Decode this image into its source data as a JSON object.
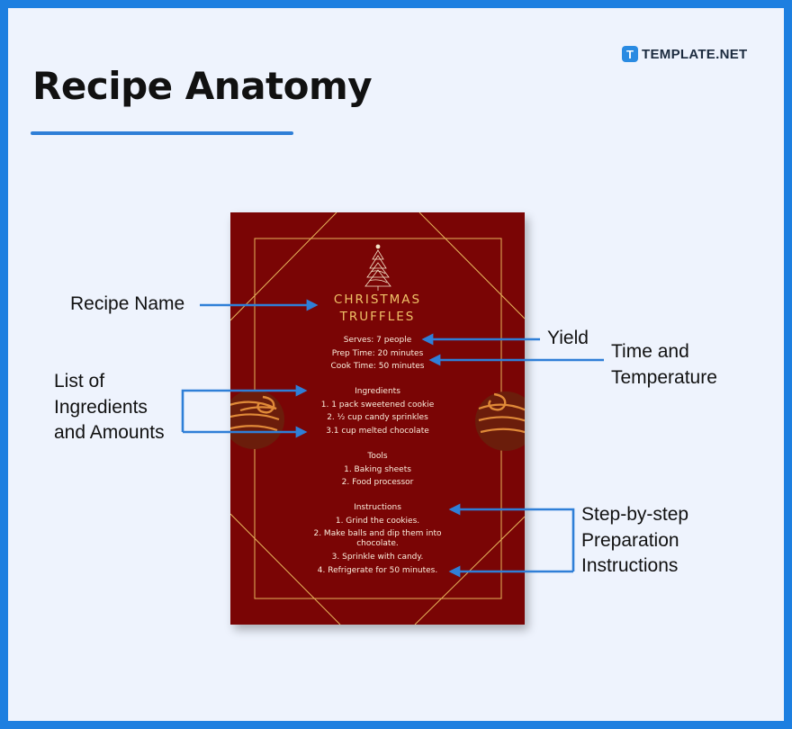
{
  "header": {
    "title": "Recipe Anatomy",
    "brand_icon_letter": "T",
    "brand_name": "TEMPLATE.NET"
  },
  "recipe_card": {
    "name_line1": "CHRISTMAS",
    "name_line2": "TRUFFLES",
    "serves": "Serves: 7 people",
    "prep_time": "Prep Time: 20 minutes",
    "cook_time": "Cook Time: 50 minutes",
    "ingredients_heading": "Ingredients",
    "ingredients": [
      "1. 1 pack sweetened cookie",
      "2. ½ cup candy sprinkles",
      "3.1 cup melted chocolate"
    ],
    "tools_heading": "Tools",
    "tools": [
      "1. Baking sheets",
      "2. Food processor"
    ],
    "instructions_heading": "Instructions",
    "instructions": [
      "1. Grind the cookies.",
      "2. Make balls and dip them into",
      "chocolate.",
      "3. Sprinkle with candy.",
      "4. Refrigerate for 50 minutes."
    ]
  },
  "labels": {
    "recipe_name": "Recipe Name",
    "yield": "Yield",
    "time_line1": "Time and",
    "time_line2": "Temperature",
    "ingredients_line1": "List of",
    "ingredients_line2": "Ingredients",
    "ingredients_line3": "and Amounts",
    "steps_line1": "Step-by-step",
    "steps_line2": "Preparation",
    "steps_line3": "Instructions"
  },
  "colors": {
    "frame_blue": "#1d7fe0",
    "background": "#eef3fd",
    "card_red": "#7a0505",
    "gold": "#f0c268",
    "arrow_blue": "#2f7fd7"
  }
}
